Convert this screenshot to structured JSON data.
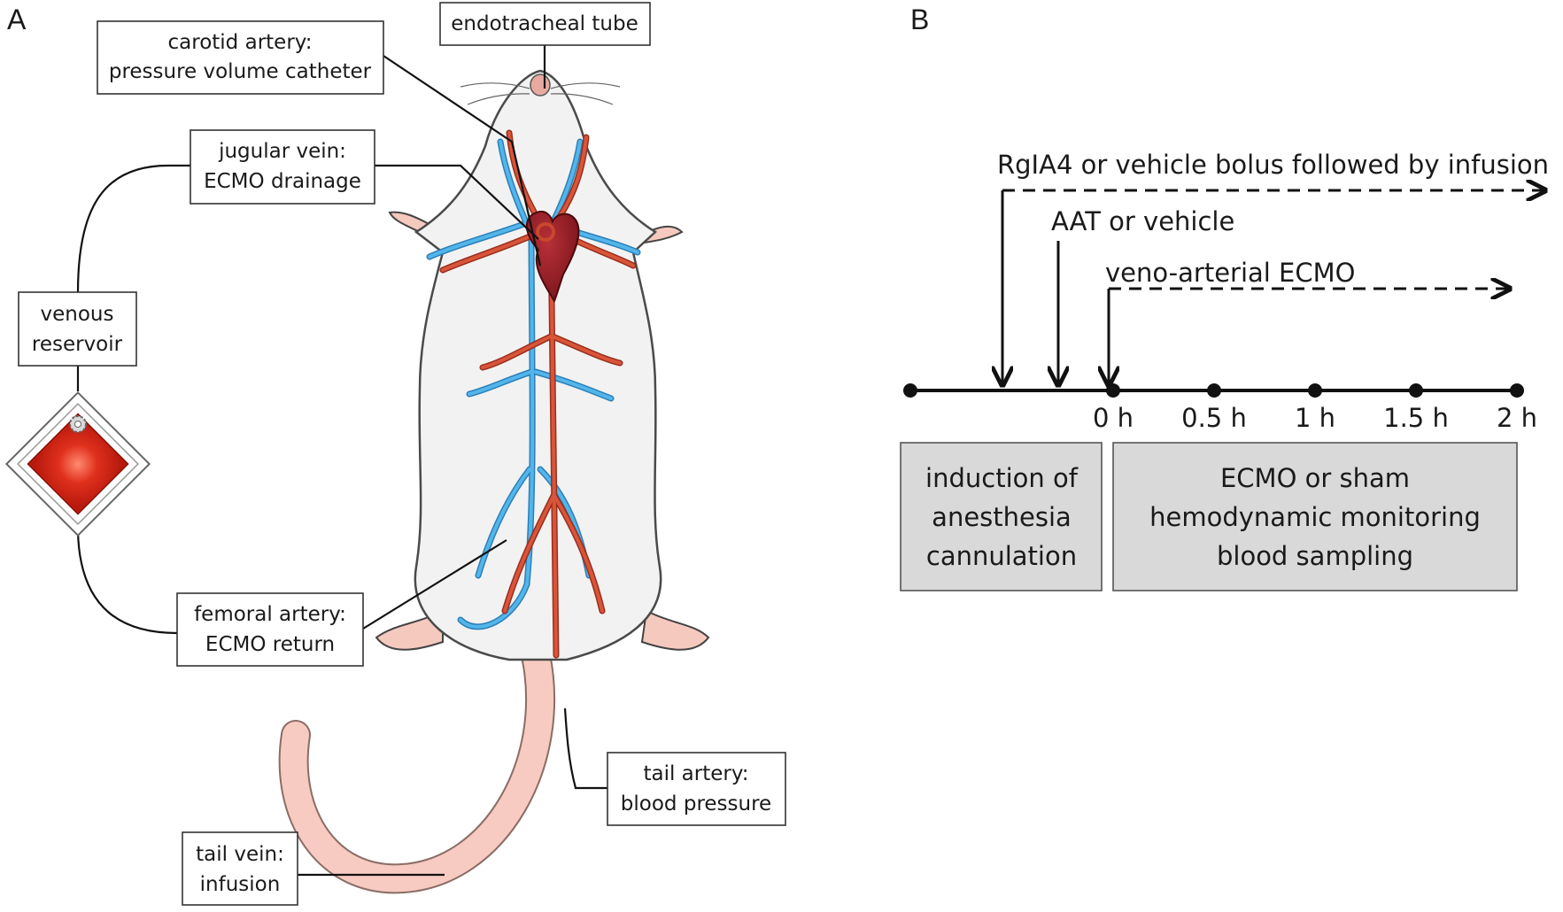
{
  "panels": {
    "a": "A",
    "b": "B"
  },
  "labels": {
    "endotracheal": "endotracheal tube",
    "carotid_1": "carotid artery:",
    "carotid_2": "pressure volume catheter",
    "jugular_1": "jugular vein:",
    "jugular_2": "ECMO drainage",
    "venous_1": "venous",
    "venous_2": "reservoir",
    "femoral_1": "femoral artery:",
    "femoral_2": "ECMO return",
    "tailart_1": "tail artery:",
    "tailart_2": "blood pressure",
    "tailvein_1": "tail vein:",
    "tailvein_2": "infusion"
  },
  "timeline": {
    "arrow_rglA4": "RgIA4 or vehicle bolus followed by infusion",
    "arrow_aat": "AAT or vehicle",
    "arrow_ecmo": "veno-arterial ECMO",
    "ticks": [
      "0 h",
      "0.5 h",
      "1 h",
      "1.5 h",
      "2 h"
    ],
    "phase1": [
      "induction of",
      "anesthesia",
      "cannulation"
    ],
    "phase2": [
      "ECMO or sham",
      "hemodynamic monitoring",
      "blood sampling"
    ]
  },
  "colors": {
    "artery": "#c8472d",
    "vein": "#3aa0d8",
    "heart": "#8e1b22",
    "oxygenator": "#d8291a",
    "phase_fill": "#d9d9d9",
    "skin": "#f6c9bf"
  }
}
